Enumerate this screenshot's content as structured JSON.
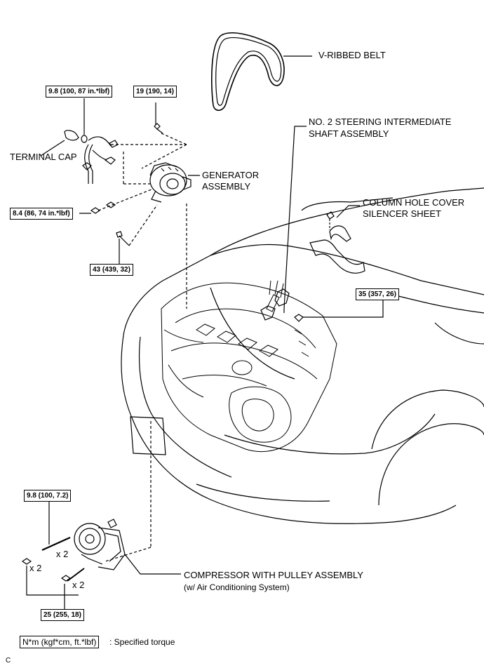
{
  "labels": {
    "v_ribbed_belt": "V-RIBBED BELT",
    "steering_shaft_1": "NO. 2 STEERING INTERMEDIATE",
    "steering_shaft_2": "SHAFT ASSEMBLY",
    "column_cover_1": "COLUMN HOLE COVER",
    "column_cover_2": "SILENCER SHEET",
    "generator_1": "GENERATOR",
    "generator_2": "ASSEMBLY",
    "terminal_cap": "TERMINAL CAP",
    "compressor_1": "COMPRESSOR WITH PULLEY ASSEMBLY",
    "compressor_2": "(w/ Air Conditioning System)"
  },
  "torques": {
    "t1": "9.8 (100, 87 in.*lbf)",
    "t2": "19 (190, 14)",
    "t3": "8.4 (86, 74 in.*lbf)",
    "t4": "43 (439, 32)",
    "t5": "35 (357, 26)",
    "t6": "9.8 (100, 7.2)",
    "t7": "25 (255, 18)"
  },
  "quantities": {
    "q1": "x 2",
    "q2": "x 2",
    "q3": "x 2"
  },
  "legend": {
    "unit": "N*m (kgf*cm, ft.*lbf)",
    "desc": ": Specified torque"
  },
  "corner_mark": "C"
}
